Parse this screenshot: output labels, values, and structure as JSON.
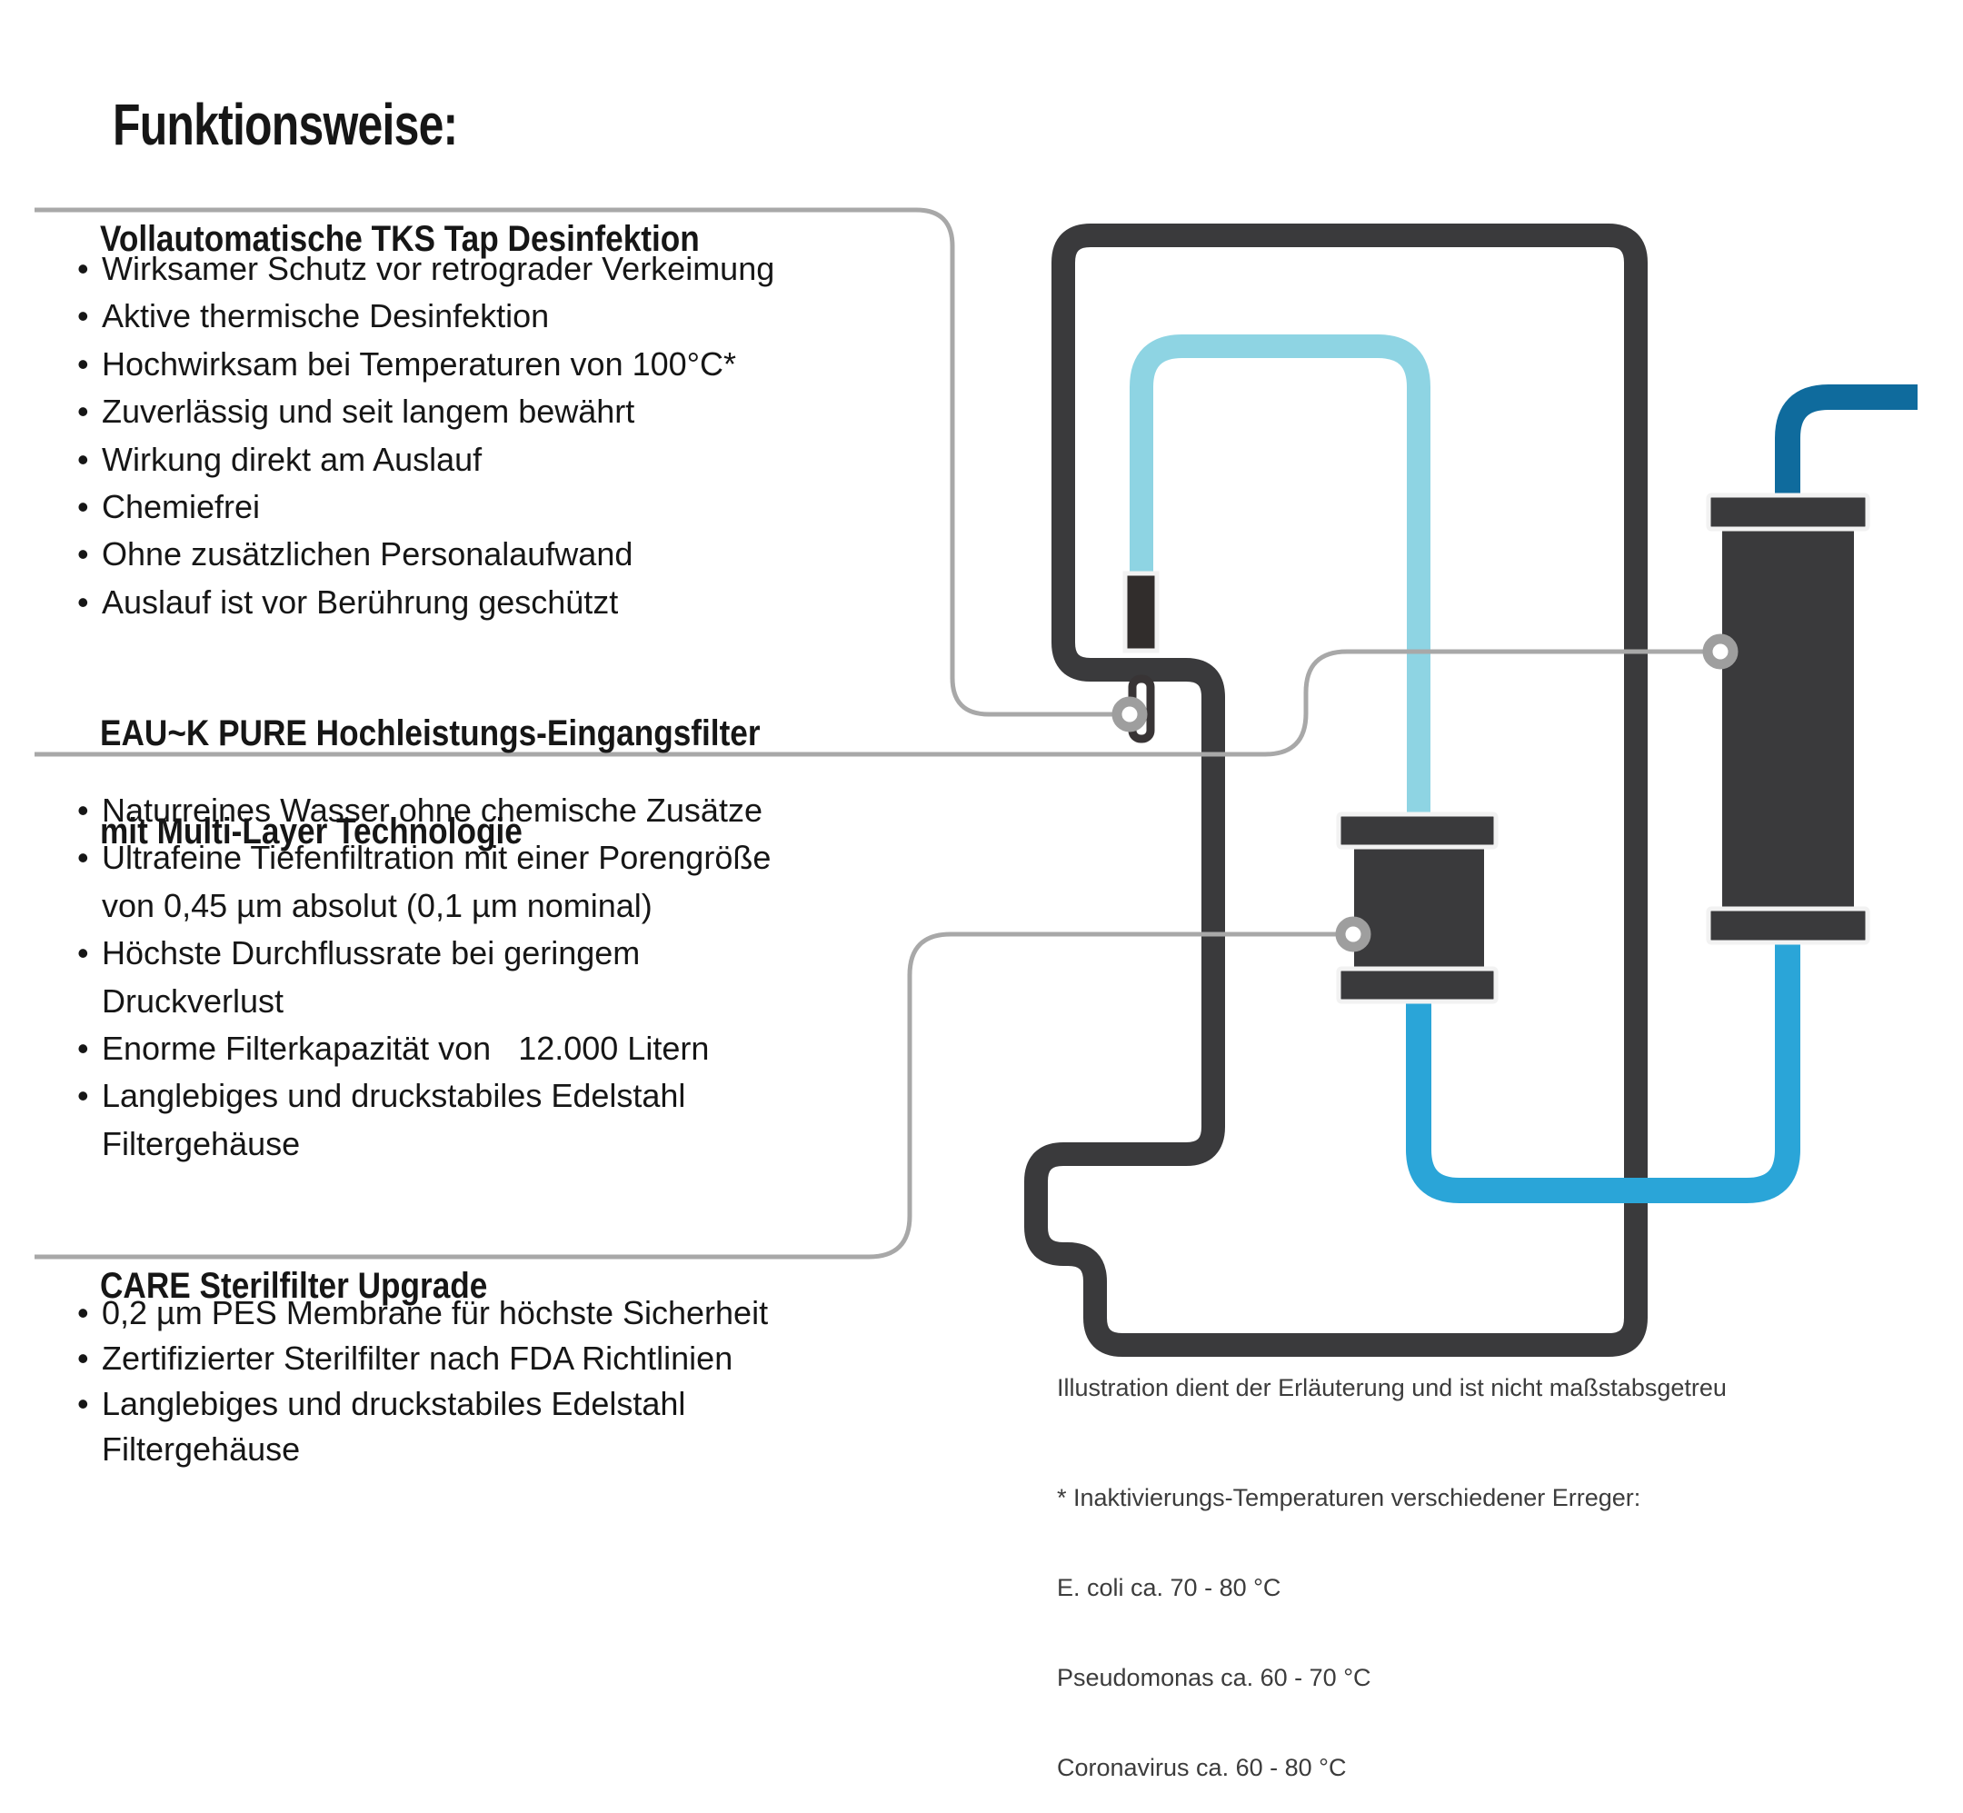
{
  "title": "Funktionsweise:",
  "bullet_char": "•",
  "sections": [
    {
      "id": "tks",
      "heading_lines": [
        "Vollautomatische TKS Tap Desinfektion"
      ],
      "lines": [
        {
          "t": "Wirksamer Schutz vor retrograder Verkeimung",
          "b": true
        },
        {
          "t": "Aktive thermische Desinfektion",
          "b": true
        },
        {
          "t": "Hochwirksam bei Temperaturen von 100°C*",
          "b": true
        },
        {
          "t": "Zuverlässig und seit langem bewährt",
          "b": true
        },
        {
          "t": "Wirkung direkt am Auslauf",
          "b": true
        },
        {
          "t": "Chemiefrei",
          "b": true
        },
        {
          "t": "Ohne zusätzlichen Personalaufwand",
          "b": true
        },
        {
          "t": "Auslauf ist vor Berührung geschützt",
          "b": true
        }
      ]
    },
    {
      "id": "pure",
      "heading_lines": [
        "EAU~K PURE Hochleistungs-Eingangsfilter",
        "mit Multi-Layer Technologie"
      ],
      "lines": [
        {
          "t": "Naturreines Wasser ohne chemische Zusätze",
          "b": true
        },
        {
          "t": "Ultrafeine Tiefenfiltration mit einer Porengröße",
          "b": true
        },
        {
          "t": "von 0,45 µm absolut (0,1 µm nominal)",
          "b": false
        },
        {
          "t": "Höchste Durchflussrate bei geringem",
          "b": true
        },
        {
          "t": "Druckverlust",
          "b": false
        },
        {
          "t": "Enorme Filterkapazität von   12.000 Litern",
          "b": true
        },
        {
          "t": "Langlebiges und druckstabiles Edelstahl",
          "b": true
        },
        {
          "t": "Filtergehäuse",
          "b": false
        }
      ]
    },
    {
      "id": "care",
      "heading_lines": [
        "CARE Sterilfilter Upgrade"
      ],
      "lines": [
        {
          "t": "0,2 µm PES Membrane für höchste Sicherheit",
          "b": true
        },
        {
          "t": "Zertifizierter Sterilfilter nach FDA Richtlinien",
          "b": true
        },
        {
          "t": "Langlebiges und druckstabiles Edelstahl",
          "b": true
        },
        {
          "t": "Filtergehäuse",
          "b": false
        }
      ]
    }
  ],
  "footer": {
    "scale_note": "Illustration dient der Erläuterung und ist nicht maßstabsgetreu",
    "temp_note_title": "* Inaktivierungs-Temperaturen verschiedener Erreger:",
    "temp_lines": [
      "E. coli ca. 70 - 80 °C",
      "Pseudomonas ca. 60 - 70 °C",
      "Coronavirus ca. 60 - 80 °C"
    ]
  },
  "colors": {
    "background": "#ffffff",
    "text": "#161616",
    "footnote_text": "#3c3c3c",
    "pipe_dark": "#3a3a3c",
    "pipe_light_blue": "#8ed4e3",
    "pipe_medium_blue": "#2aa5d8",
    "pipe_dark_blue": "#0f6b9d",
    "leader_gray": "#a8a8a8",
    "cap_border_white": "#f2f2f2"
  }
}
